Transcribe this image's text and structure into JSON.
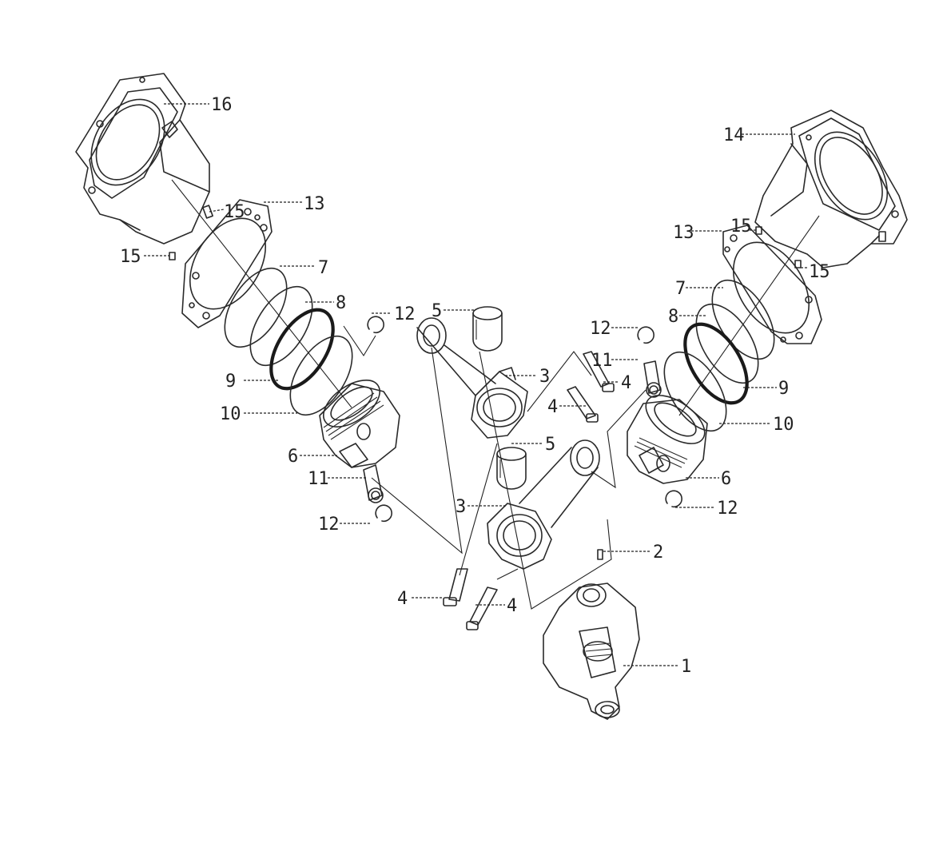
{
  "labels": {
    "l1": "1",
    "l2": "2",
    "l3a": "3",
    "l3b": "3",
    "l4a": "4",
    "l4b": "4",
    "l4c": "4",
    "l4d": "4",
    "l5a": "5",
    "l5b": "5",
    "l6a": "6",
    "l6b": "6",
    "l7a": "7",
    "l7b": "7",
    "l8a": "8",
    "l8b": "8",
    "l9a": "9",
    "l9b": "9",
    "l10a": "10",
    "l10b": "10",
    "l11a": "11",
    "l11b": "11",
    "l12a": "12",
    "l12b": "12",
    "l12c": "12",
    "l12d": "12",
    "l13a": "13",
    "l13b": "13",
    "l14": "14",
    "l15a": "15",
    "l15b": "15",
    "l15c": "15",
    "l15d": "15",
    "l16": "16"
  }
}
